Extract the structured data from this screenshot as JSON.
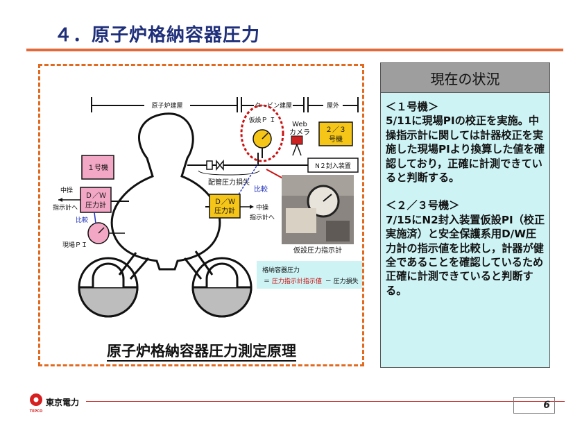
{
  "title": "４．原子炉格納容器圧力",
  "diagram": {
    "section_reactor_building": "原子炉建屋",
    "section_turbine_building": "タービン建屋",
    "section_outdoor": "屋外",
    "temp_pi_label": "仮設Ｐ Ｉ",
    "web_camera_label_1": "Web",
    "web_camera_label_2": "カメラ",
    "unit_23_label_1": "２／３",
    "unit_23_label_2": "号機",
    "n2_device_label": "N２封入装置",
    "unit1_label": "１号機",
    "pipe_loss_label": "配管圧力損失",
    "compare_label": "比較",
    "dw_gauge_left_1": "Ｄ／Ｗ",
    "dw_gauge_left_2": "圧力計",
    "dw_gauge_right_1": "Ｄ／Ｗ",
    "dw_gauge_right_2": "圧力計",
    "to_control_left_1": "中操",
    "to_control_left_2": "指示計へ",
    "to_control_right_1": "中操",
    "to_control_right_2": "指示計へ",
    "compare_label_2": "比較",
    "local_pi_label": "現場ＰＩ",
    "photo_caption": "仮設圧力指示計",
    "formula_line1": "格納容器圧力",
    "formula_eq": "＝",
    "formula_red": "圧力指示計指示値",
    "formula_rest": "－ 圧力損失",
    "principle_title": "原子炉格納容器圧力測定原理"
  },
  "status": {
    "header": "現在の状況",
    "unit1_heading": "＜１号機＞",
    "unit1_text": "5/11に現場PIの校正を実施。中操指示計に関しては計器校正を実施した現場PIより換算した値を確認しており，正確に計測できていると判断する。",
    "unit23_heading": "＜２／３号機＞",
    "unit23_text": "7/15にN2封入装置仮設PI（校正実施済）と安全保護系用D/W圧力計の指示値を比較し，計器が健全であることを確認しているため正確に計測できていると判断する。"
  },
  "footer": {
    "company": "東京電力",
    "logo_text": "TEPCO",
    "page_number": "6"
  },
  "colors": {
    "title": "#1f2f7a",
    "accent": "#e26a3a",
    "status_bg": "#cdf3f5",
    "header_bg": "#9e9e9e",
    "gauge_box": "#f5c518",
    "unit1_box": "#f2a7c4"
  }
}
